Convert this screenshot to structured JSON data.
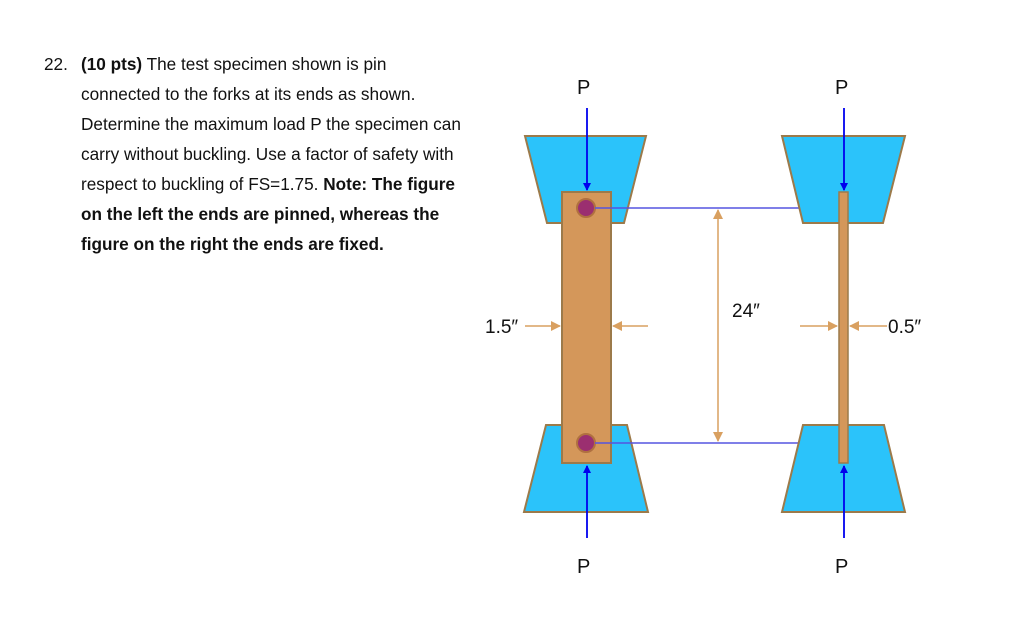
{
  "problem": {
    "number": "22.",
    "points": "(10 pts)",
    "statement": " The test specimen shown is pin connected to the forks at its ends as shown. Determine the maximum load P the specimen can carry without buckling. Use a factor of safety with respect to buckling of FS=1.75. ",
    "note_label": "Note:",
    "note_text": " The figure on the left the ends are pinned, whereas the figure on the right the ends are fixed."
  },
  "figure": {
    "load_label": "P",
    "left_specimen": {
      "end_condition": "pinned",
      "width_label": "1.5″"
    },
    "right_specimen": {
      "end_condition": "fixed",
      "width_label": "0.5″"
    },
    "length_label": "24″",
    "colors": {
      "fork_fill": "#2BC3FA",
      "fork_stroke": "#9C7A4A",
      "specimen_fill": "#D4975A",
      "specimen_stroke": "#9C7A4A",
      "pin_fill": "#9B2F70",
      "load_arrow": "#0000EE",
      "reference_line": "#5555E0",
      "dimension_arrow": "#D9A060"
    }
  }
}
